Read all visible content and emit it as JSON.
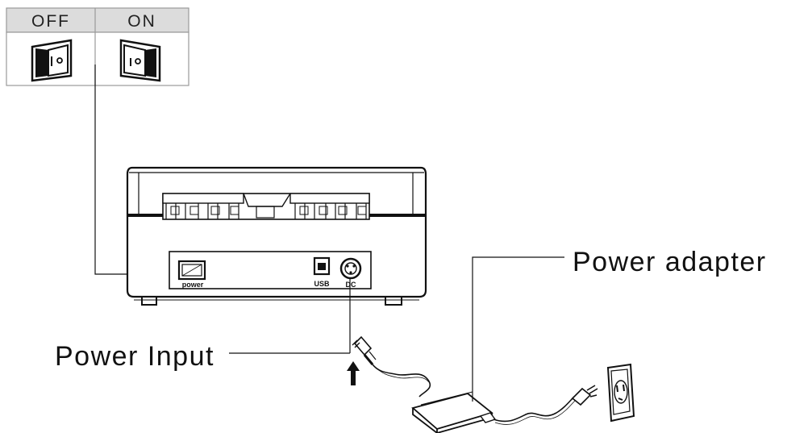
{
  "switch_table": {
    "off_label": "OFF",
    "on_label": "ON"
  },
  "device": {
    "power_label": "power",
    "usb_label": "USB",
    "dc_label": "DC"
  },
  "callouts": {
    "power_adapter": "Power adapter",
    "power_input": "Power Input"
  },
  "colors": {
    "line": "#111111",
    "header_bg": "#dcdcdc",
    "table_border": "#9a9a9a"
  }
}
